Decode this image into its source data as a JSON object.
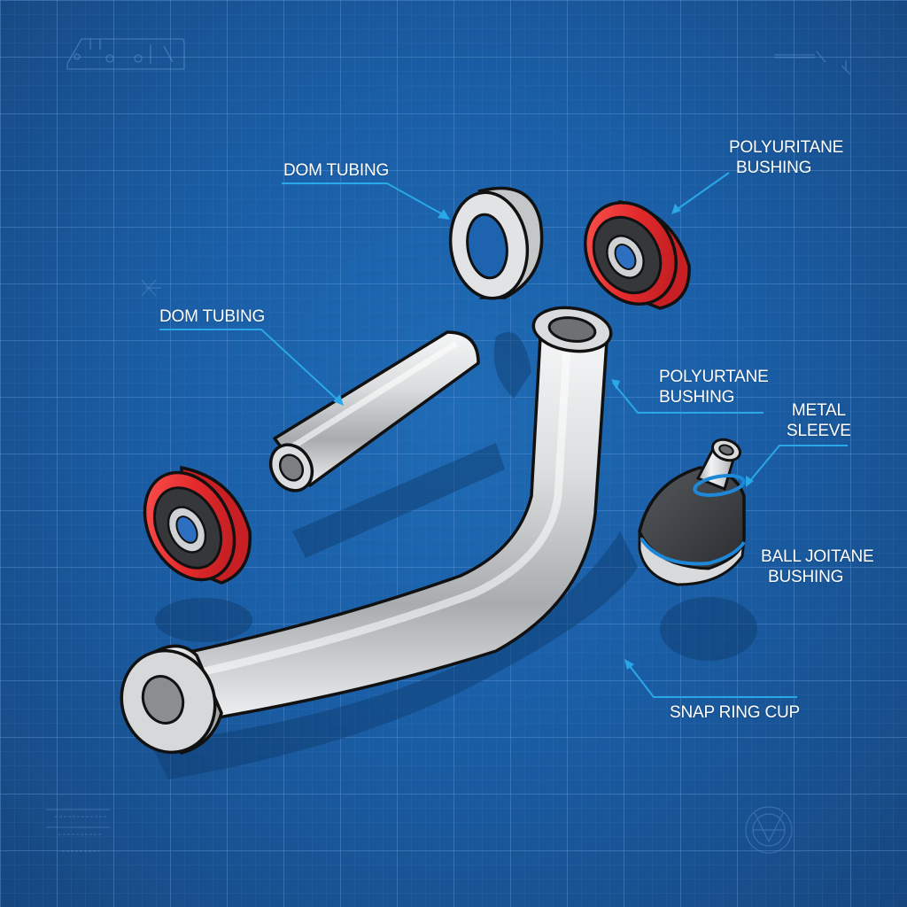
{
  "diagram": {
    "style": "blueprint",
    "background_color": "#1a5ea6",
    "grid_color": "#4a86c8",
    "callout_line_color": "#29a8e8",
    "part_colors": {
      "metal": "#d8dadc",
      "bushing_red": "#e8262a",
      "bushing_core": "#3a3c40",
      "ball_joint_rubber": "#3c3e42",
      "ball_joint_ring": "#1e88d8"
    }
  },
  "labels": [
    {
      "id": "dom-tubing-top",
      "lines": [
        "DOM TUBING"
      ]
    },
    {
      "id": "polyuritane-bushing-top",
      "lines": [
        "POLYURITANE",
        "BUSHING"
      ]
    },
    {
      "id": "dom-tubing-left",
      "lines": [
        "DOM TUBING"
      ]
    },
    {
      "id": "polyurtane-bushing-mid",
      "lines": [
        "POLYURTANE",
        "BUSHING"
      ]
    },
    {
      "id": "metal-sleeve",
      "lines": [
        "METAL",
        "SLEEVE"
      ]
    },
    {
      "id": "ball-joitane-bushing",
      "lines": [
        "BALL JOITANE",
        "BUSHING"
      ]
    },
    {
      "id": "snap-ring-cup",
      "lines": [
        "SNAP RING CUP"
      ]
    }
  ],
  "parts": [
    "metal-ring",
    "red-polyurethane-bushing-top",
    "straight-dom-tube",
    "bent-control-arm-tube",
    "red-polyurethane-bushing-left",
    "ball-joint",
    "end-cup"
  ]
}
